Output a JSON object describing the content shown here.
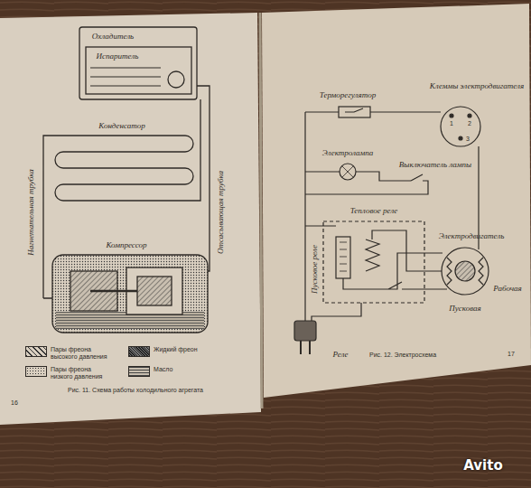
{
  "diagram": {
    "labels": [
      "Охладитель",
      "Испаритель",
      "Конденсатор",
      "Нагнетательная трубка",
      "Отсасывающая трубка",
      "Компрессор",
      "Рис. 11. Схема работы холодильного агрегата",
      "16",
      "Терморегулятор",
      "Клеммы электродвигателя",
      "1",
      "2",
      "3",
      "Электролампа",
      "Выключатель лампы",
      "Тепловое реле",
      "Пусковое реле",
      "Электродвигатель",
      "Рабочая",
      "Пусковая",
      "Реле",
      "Рис. 12. Электросхема",
      "17",
      "Avito"
    ],
    "legend": [
      {
        "text": "Пары фреона высокого давления"
      },
      {
        "text": "Пары фреона низкого давления"
      },
      {
        "text": "Жидкий фреон"
      },
      {
        "text": "Масло"
      }
    ]
  }
}
